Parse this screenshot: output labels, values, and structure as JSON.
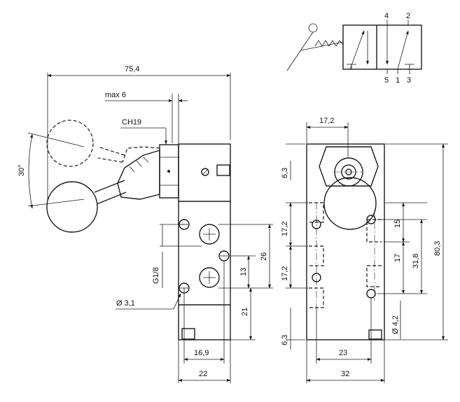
{
  "symbol": {
    "ports_top": [
      "4",
      "2"
    ],
    "ports_bottom": [
      "5",
      "1",
      "3"
    ]
  },
  "side_view": {
    "overall_width": "75,4",
    "lever_offset": "max 6",
    "hex": "CH19",
    "lever_angle": "30°",
    "thread": "G1/8",
    "hole_dia": "Ø 3,1",
    "port_spacing": "13",
    "hole_to_port": "26",
    "hole_from_bottom": "21",
    "port_from_edge": "16,9",
    "body_width": "22"
  },
  "front_view": {
    "hex_width": "17,2",
    "top_margin": "6,3",
    "pitch_upper": "17,2",
    "pitch_lower": "17,2",
    "bottom_margin": "6,3",
    "right_top": "15",
    "right_mid": "17",
    "hole_spacing": "31,8",
    "overall_height": "80,3",
    "hole_dia": "Ø 4,2",
    "hole_spacing_h": "23",
    "body_width": "32"
  }
}
